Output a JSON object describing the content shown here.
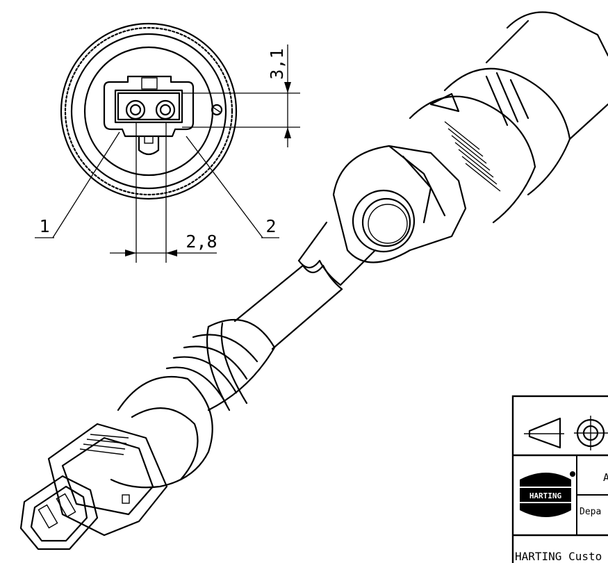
{
  "drawing": {
    "dimension_vertical": "3,1",
    "dimension_horizontal": "2,8",
    "callout_1": "1",
    "callout_2": "2"
  },
  "title_block": {
    "logo_text": "HARTING",
    "revision_cell": "A",
    "department_cell": "Depa",
    "footer_text": "HARTING Custo"
  }
}
